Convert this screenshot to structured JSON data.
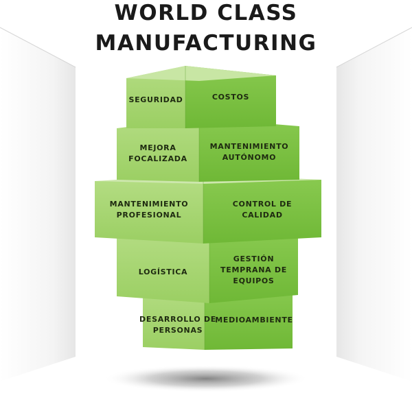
{
  "title": {
    "line1": "WORLD CLASS",
    "line2": "MANUFACTURING"
  },
  "blocks": [
    {
      "left": [
        "SEGURIDAD"
      ],
      "right": [
        "COSTOS"
      ]
    },
    {
      "left": [
        "MEJORA",
        "FOCALIZADA"
      ],
      "right": [
        "MANTENIMIENTO",
        "AUTÓNOMO"
      ]
    },
    {
      "left": [
        "MANTENIMIENTO",
        "PROFESIONAL"
      ],
      "right": [
        "CONTROL DE",
        "CALIDAD"
      ]
    },
    {
      "left": [
        "LOGÍSTICA"
      ],
      "right": [
        "GESTIÓN",
        "TEMPRANA DE",
        "EQUIPOS"
      ]
    },
    {
      "left": [
        "DESARROLLO DE",
        "PERSONAS"
      ],
      "right": [
        "MEDIOAMBIENTE"
      ]
    }
  ],
  "colors": {
    "left_face": "#a3d46c",
    "right_face": "#7cc243",
    "top_face": "#c4e3a0",
    "text": "#1e2a10"
  }
}
